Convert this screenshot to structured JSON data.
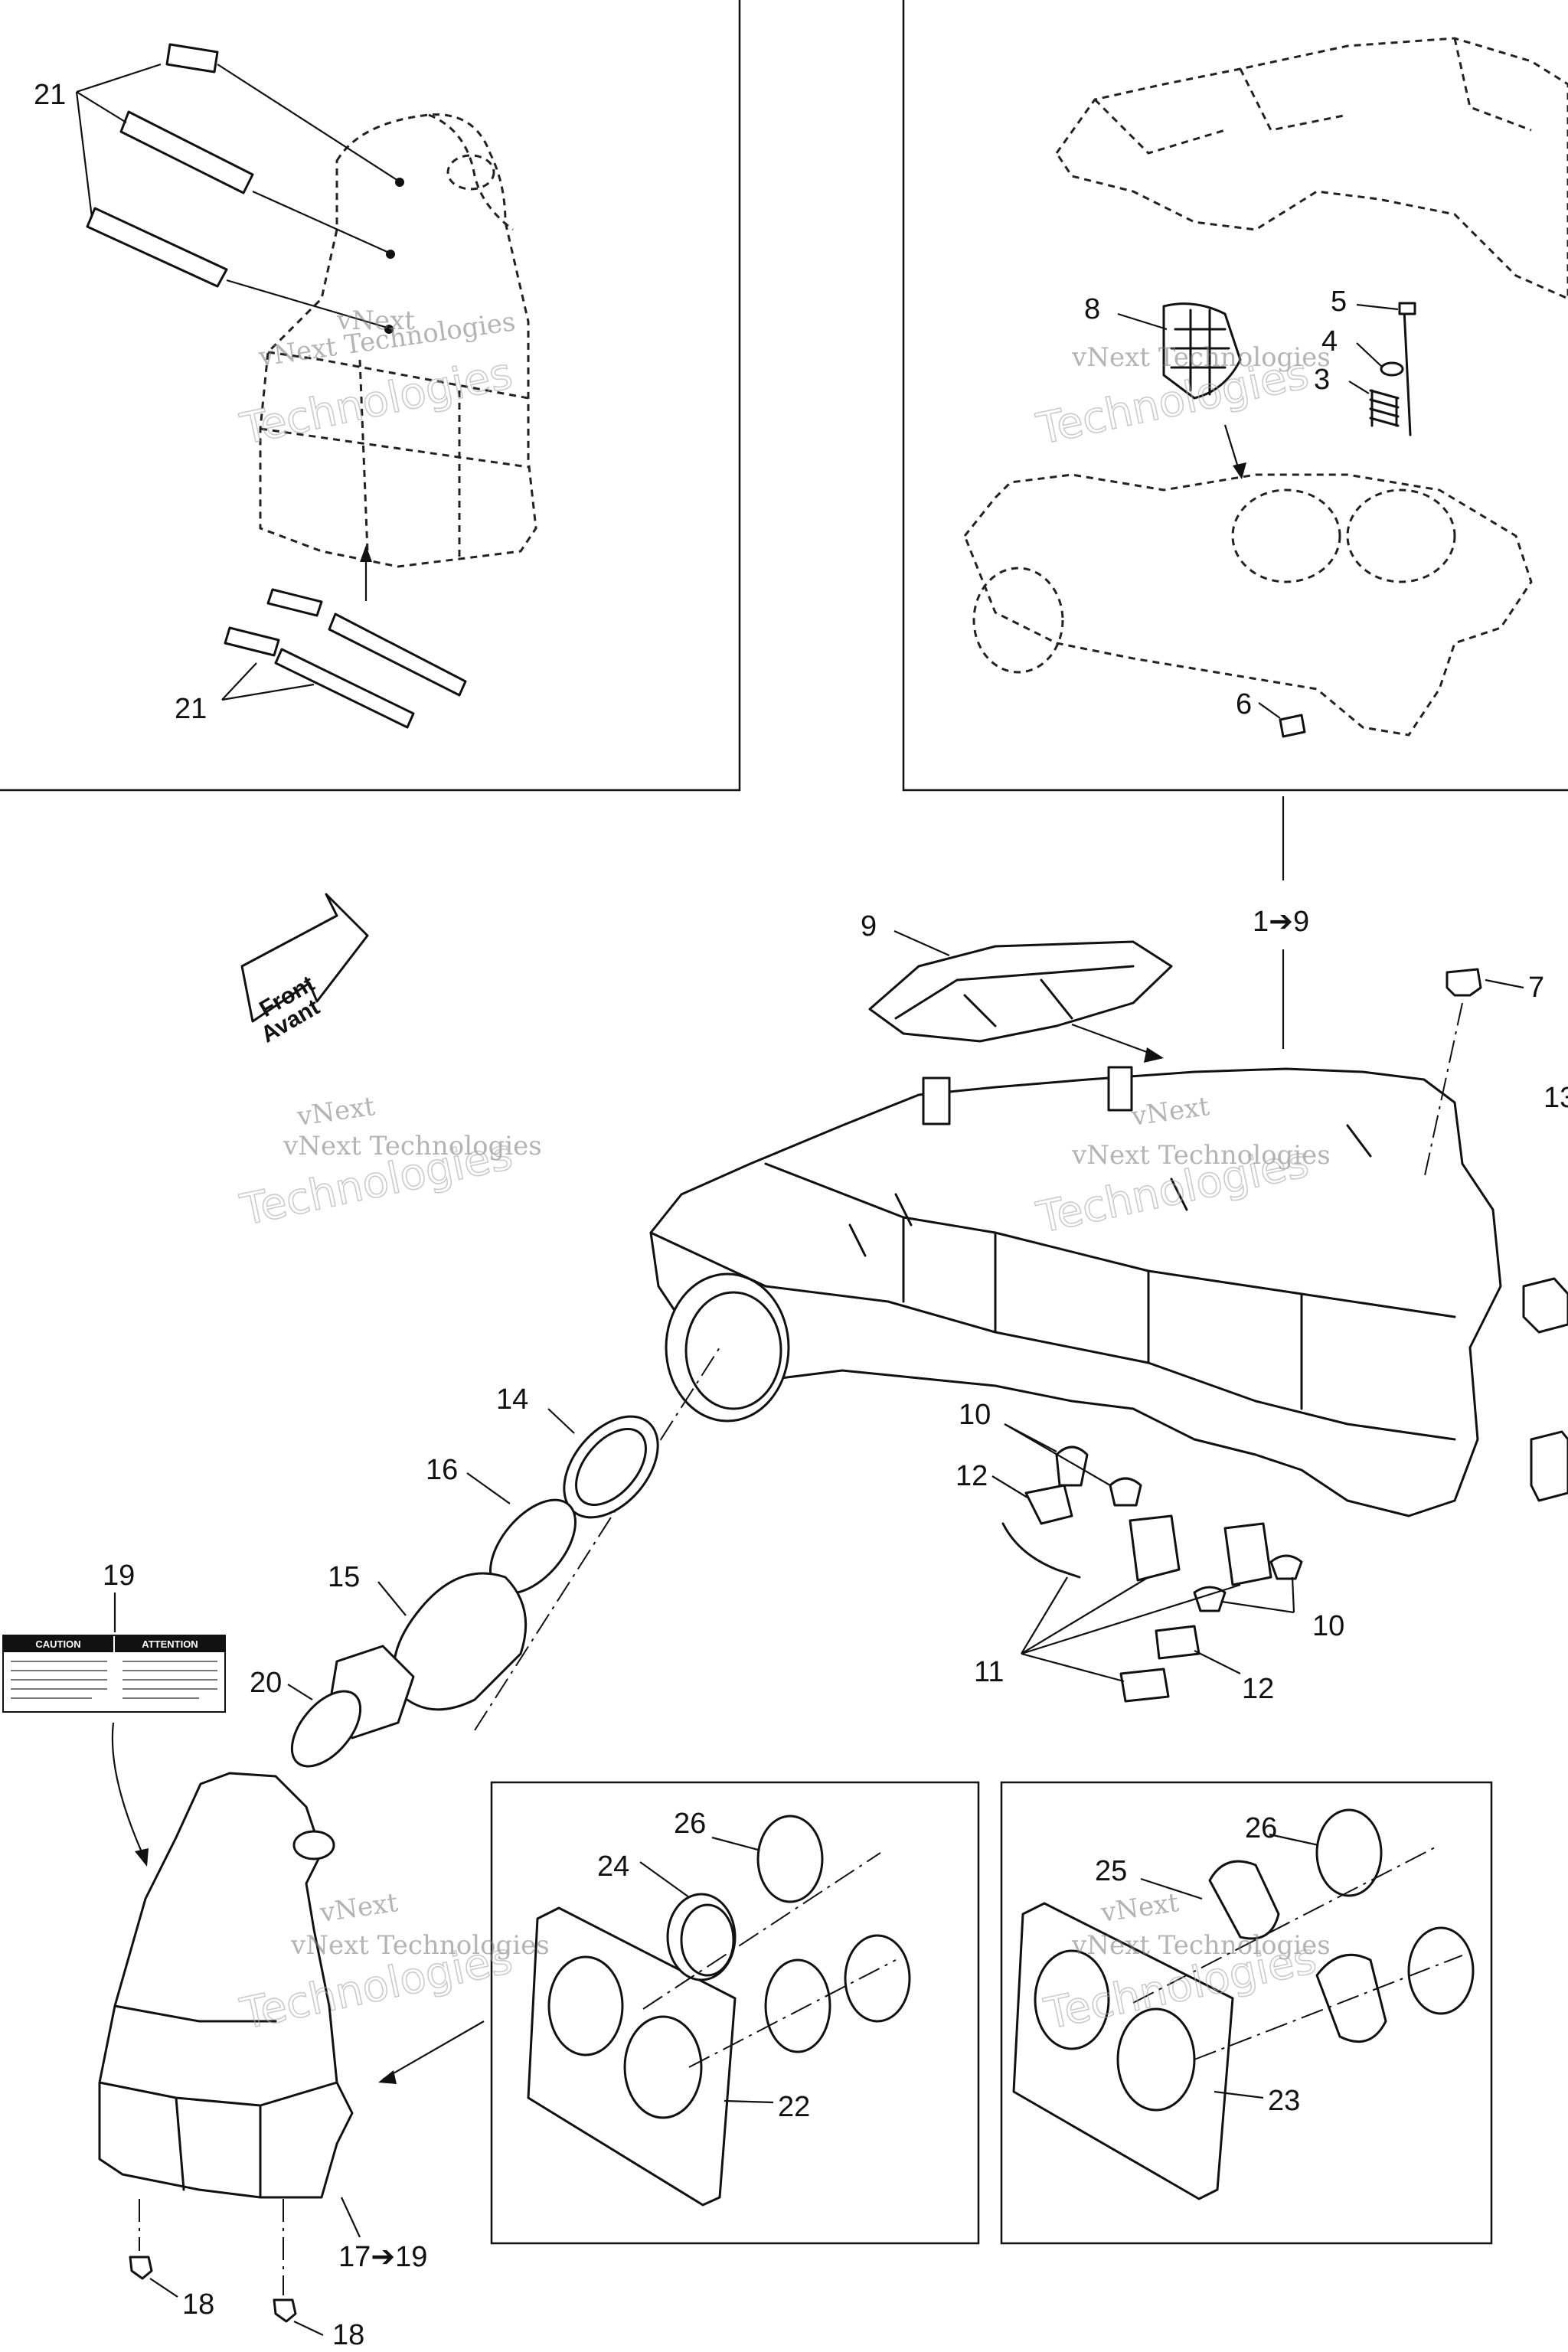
{
  "callouts": {
    "c21a": "21",
    "c21b": "21",
    "c8": "8",
    "c5": "5",
    "c4": "4",
    "c3": "3",
    "c6": "6",
    "c9": "9",
    "c1to9": "1➔9",
    "c7": "7",
    "c13": "13",
    "c14": "14",
    "c16": "16",
    "c15": "15",
    "c19": "19",
    "c20": "20",
    "c10a": "10",
    "c10b": "10",
    "c12a": "12",
    "c12b": "12",
    "c11": "11",
    "c26a": "26",
    "c24": "24",
    "c22": "22",
    "c26b": "26",
    "c25": "25",
    "c23": "23",
    "c17to19": "17➔19",
    "c18a": "18",
    "c18b": "18"
  },
  "front_arrow": {
    "line1": "Front",
    "line2": "Avant"
  },
  "warning_label": {
    "left_heading": "CAUTION",
    "right_heading": "ATTENTION"
  },
  "watermark": {
    "line1": "vNext",
    "line2": "Technologies",
    "full": "vNext Technologies"
  }
}
